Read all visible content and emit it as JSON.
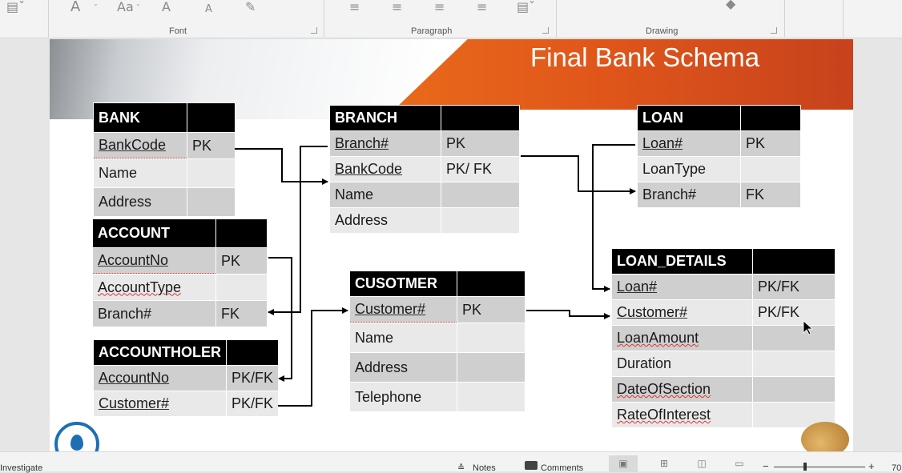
{
  "ribbon": {
    "groups": [
      {
        "label": "Font"
      },
      {
        "label": "Paragraph"
      },
      {
        "label": "Drawing"
      }
    ],
    "font_icons": [
      "A",
      "Aa",
      "A",
      "A"
    ]
  },
  "slide": {
    "title": "Final Bank Schema",
    "tables": {
      "bank": {
        "name": "BANK",
        "rows": [
          [
            "BankCode",
            "PK"
          ],
          [
            "Name",
            ""
          ],
          [
            "Address",
            ""
          ]
        ]
      },
      "branch": {
        "name": "BRANCH",
        "rows": [
          [
            "Branch#",
            "PK"
          ],
          [
            "BankCode",
            "PK/ FK"
          ],
          [
            "Name",
            ""
          ],
          [
            "Address",
            ""
          ]
        ]
      },
      "loan": {
        "name": "LOAN",
        "rows": [
          [
            "Loan#",
            "PK"
          ],
          [
            "LoanType",
            ""
          ],
          [
            "Branch#",
            "FK"
          ]
        ]
      },
      "account": {
        "name": "ACCOUNT",
        "rows": [
          [
            "AccountNo",
            "PK"
          ],
          [
            "AccountType",
            ""
          ],
          [
            "Branch#",
            "FK"
          ]
        ]
      },
      "customer": {
        "name": "CUSOTMER",
        "rows": [
          [
            "Customer#",
            "PK"
          ],
          [
            "Name",
            ""
          ],
          [
            "Address",
            ""
          ],
          [
            "Telephone",
            ""
          ]
        ]
      },
      "loan_details": {
        "name": "LOAN_DETAILS",
        "rows": [
          [
            "Loan#",
            "PK/FK"
          ],
          [
            "Customer#",
            "PK/FK"
          ],
          [
            "LoanAmount",
            ""
          ],
          [
            "Duration",
            ""
          ],
          [
            "DateOfSection",
            ""
          ],
          [
            "RateOfInterest",
            ""
          ]
        ]
      },
      "accountholder": {
        "name": "ACCOUNTHOLER",
        "rows": [
          [
            "AccountNo",
            "PK/FK"
          ],
          [
            "Customer#",
            "PK/FK"
          ]
        ]
      }
    }
  },
  "statusbar": {
    "left": "Investigate",
    "notes": "Notes",
    "comments": "Comments",
    "zoom": "70"
  }
}
